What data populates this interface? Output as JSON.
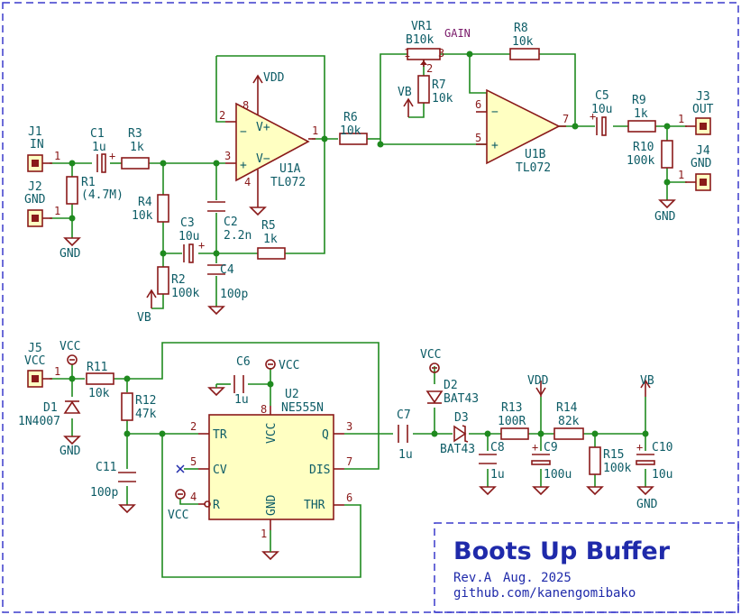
{
  "title_block": {
    "title": "Boots Up Buffer",
    "revision": "Rev.A",
    "date": "Aug. 2025",
    "author": "github.com/kanengomibako"
  },
  "connectors": {
    "j1": {
      "ref": "J1",
      "value": "IN",
      "pin": "1"
    },
    "j2": {
      "ref": "J2",
      "value": "GND",
      "pin": "1"
    },
    "j3": {
      "ref": "J3",
      "value": "OUT",
      "pin": "1"
    },
    "j4": {
      "ref": "J4",
      "value": "GND",
      "pin": "1"
    },
    "j5": {
      "ref": "J5",
      "value": "VCC",
      "pin": "1"
    }
  },
  "resistors": {
    "r1": {
      "ref": "R1",
      "value": "(4.7M)"
    },
    "r2": {
      "ref": "R2",
      "value": "100k"
    },
    "r3": {
      "ref": "R3",
      "value": "1k"
    },
    "r4": {
      "ref": "R4",
      "value": "10k"
    },
    "r5": {
      "ref": "R5",
      "value": "1k"
    },
    "r6": {
      "ref": "R6",
      "value": "10k"
    },
    "r7": {
      "ref": "R7",
      "value": "10k"
    },
    "r8": {
      "ref": "R8",
      "value": "10k"
    },
    "r9": {
      "ref": "R9",
      "value": "1k"
    },
    "r10": {
      "ref": "R10",
      "value": "100k"
    },
    "r11": {
      "ref": "R11",
      "value": "10k"
    },
    "r12": {
      "ref": "R12",
      "value": "47k"
    },
    "r13": {
      "ref": "R13",
      "value": "100R"
    },
    "r14": {
      "ref": "R14",
      "value": "82k"
    },
    "r15": {
      "ref": "R15",
      "value": "100k"
    }
  },
  "pot": {
    "ref": "VR1",
    "value": "B10k",
    "label": "GAIN",
    "pins": [
      "1",
      "2",
      "3"
    ]
  },
  "capacitors": {
    "c1": {
      "ref": "C1",
      "value": "1u"
    },
    "c2": {
      "ref": "C2",
      "value": "2.2n"
    },
    "c3": {
      "ref": "C3",
      "value": "10u"
    },
    "c4": {
      "ref": "C4",
      "value": "100p"
    },
    "c5": {
      "ref": "C5",
      "value": "10u"
    },
    "c6": {
      "ref": "C6",
      "value": "1u"
    },
    "c7": {
      "ref": "C7",
      "value": "1u"
    },
    "c8": {
      "ref": "C8",
      "value": "1u"
    },
    "c9": {
      "ref": "C9",
      "value": "100u"
    },
    "c10": {
      "ref": "C10",
      "value": "10u"
    },
    "c11": {
      "ref": "C11",
      "value": "100p"
    }
  },
  "diodes": {
    "d1": {
      "ref": "D1",
      "value": "1N4007"
    },
    "d2": {
      "ref": "D2",
      "value": "BAT43"
    },
    "d3": {
      "ref": "D3",
      "value": "BAT43"
    }
  },
  "opamps": {
    "u1a": {
      "ref": "U1A",
      "value": "TL072",
      "pins": {
        "out": "1",
        "minus": "2",
        "plus": "3",
        "vminus": "4",
        "vplus": "8",
        "minus_sym": "−",
        "plus_sym": "+",
        "vplus_label": "V+",
        "vminus_label": "V−"
      }
    },
    "u1b": {
      "ref": "U1B",
      "value": "TL072",
      "pins": {
        "minus": "6",
        "plus": "5",
        "out": "7",
        "minus_sym": "−",
        "plus_sym": "+"
      }
    }
  },
  "timer": {
    "ref": "U2",
    "value": "NE555N",
    "pins": {
      "tr": {
        "name": "TR",
        "num": "2"
      },
      "cv": {
        "name": "CV",
        "num": "5"
      },
      "r": {
        "name": "R",
        "num": "4"
      },
      "vcc": {
        "name": "VCC",
        "num": "8"
      },
      "gnd": {
        "name": "GND",
        "num": "1"
      },
      "q": {
        "name": "Q",
        "num": "3"
      },
      "dis": {
        "name": "DIS",
        "num": "7"
      },
      "thr": {
        "name": "THR",
        "num": "6"
      }
    }
  },
  "power": {
    "gnd": "GND",
    "vdd": "VDD",
    "vcc": "VCC",
    "vb": "VB",
    "polarity": "+"
  },
  "colors": {
    "wire": "#1f8a1f",
    "component": "#8a1a1a",
    "text": "#0d5c66",
    "frame": "#3a3acc",
    "title": "#1f2aaa",
    "ic_fill": "#ffffc2"
  }
}
